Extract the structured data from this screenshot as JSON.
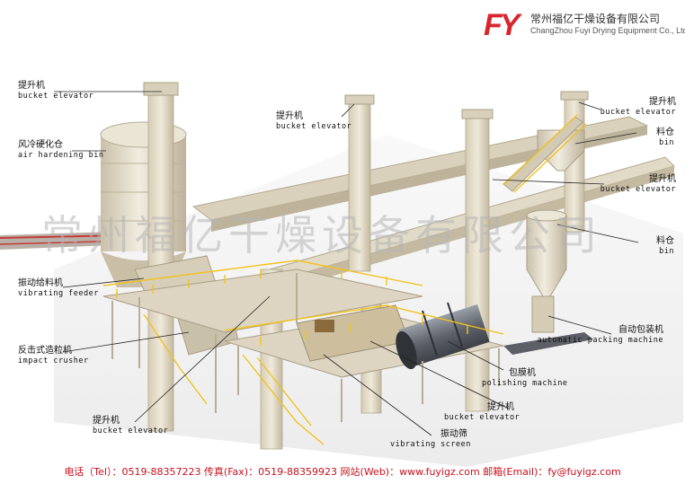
{
  "header": {
    "logo_text": "FY",
    "company_cn": "常州福亿干燥设备有限公司",
    "company_en": "ChangZhou Fuyi Drying Equipment Co., Ltd"
  },
  "watermark": "常州福亿干燥设备有限公司",
  "labels": {
    "bucket_elevator_top_left": {
      "cn": "提升机",
      "en": "bucket elevator"
    },
    "air_hardening_bin": {
      "cn": "风冷硬化仓",
      "en": "air hardening bin"
    },
    "vibrating_feeder": {
      "cn": "振动给料机",
      "en": "vibrating feeder"
    },
    "impact_crusher": {
      "cn": "反击式造粒机",
      "en": "impact crusher"
    },
    "bucket_elevator_bottom_left": {
      "cn": "提升机",
      "en": "bucket elevator"
    },
    "bucket_elevator_center": {
      "cn": "提升机",
      "en": "bucket elevator"
    },
    "bucket_elevator_top_right": {
      "cn": "提升机",
      "en": "bucket elevator"
    },
    "bin_top": {
      "cn": "料仓",
      "en": "bin"
    },
    "bucket_elevator_right": {
      "cn": "提升机",
      "en": "bucket elevator"
    },
    "bin_middle": {
      "cn": "料仓",
      "en": "bin"
    },
    "automatic_packing_machine": {
      "cn": "自动包装机",
      "en": "automatic packing machine"
    },
    "polishing_machine": {
      "cn": "包膜机",
      "en": "polishing machine"
    },
    "bucket_elevator_bottom_center": {
      "cn": "提升机",
      "en": "bucket elevator"
    },
    "vibrating_screen": {
      "cn": "振动筛",
      "en": "vibrating screen"
    }
  },
  "footer": {
    "contact": "电话（Tel）：0519-88357223  传真(Fax)：0519-88359923  网站(Web)：www.fuyigz.com  邮箱(Email)：fy@fuyigz.com"
  },
  "colors": {
    "brand_red": "#d8262e",
    "footer_red": "#c8101e",
    "structure": "#e3dccb",
    "structure_shade": "#c7bea8",
    "railing": "#f2c21b",
    "drum": "#6a6f78"
  }
}
